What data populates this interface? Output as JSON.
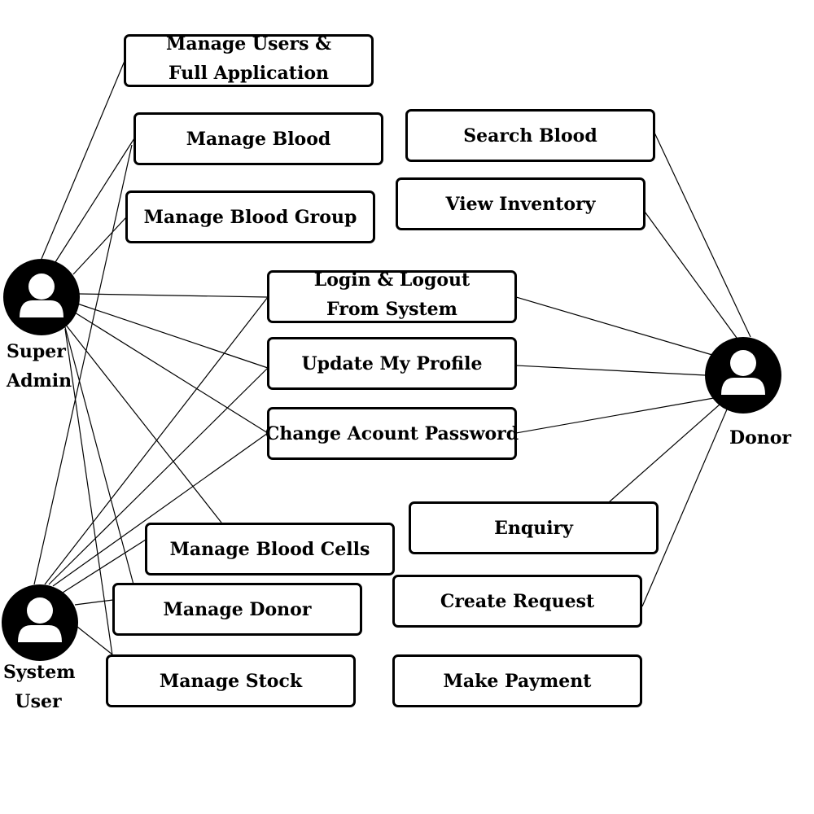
{
  "actors": {
    "super_admin": {
      "line1": "Super",
      "line2": "Admin"
    },
    "system_user": {
      "line1": "System",
      "line2": "User"
    },
    "donor": {
      "label": "Donor"
    }
  },
  "use_cases": {
    "manage_users": {
      "line1": "Manage Users &",
      "line2": "Full Application"
    },
    "manage_blood": "Manage Blood",
    "manage_blood_group": "Manage Blood Group",
    "search_blood": "Search Blood",
    "view_inventory": "View Inventory",
    "login_logout": {
      "line1": "Login & Logout",
      "line2": "From System"
    },
    "update_profile": "Update My Profile",
    "change_password": "Change Acount Password",
    "enquiry": "Enquiry",
    "manage_blood_cells": "Manage Blood Cells",
    "create_request": "Create Request",
    "manage_donor": "Manage Donor",
    "manage_stock": "Manage Stock",
    "make_payment": "Make Payment"
  }
}
